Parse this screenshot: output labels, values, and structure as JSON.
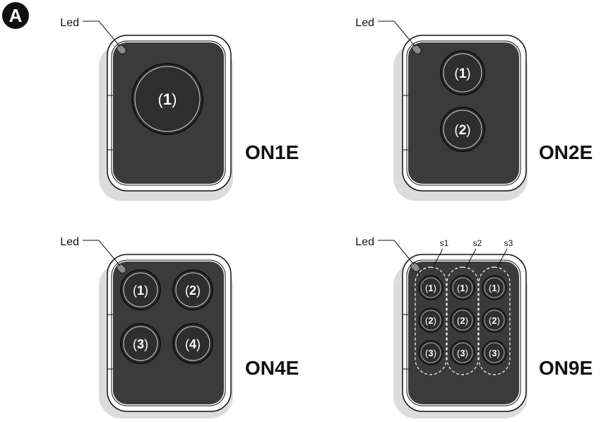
{
  "figure_label": "A",
  "led_label": "Led",
  "remotes": [
    {
      "model": "ON1E",
      "buttons": [
        "1"
      ]
    },
    {
      "model": "ON2E",
      "buttons": [
        "1",
        "2"
      ]
    },
    {
      "model": "ON4E",
      "buttons": [
        "1",
        "2",
        "3",
        "4"
      ]
    },
    {
      "model": "ON9E",
      "groups": [
        "s1",
        "s2",
        "s3"
      ],
      "buttons": [
        "1",
        "2",
        "3",
        "1",
        "2",
        "3",
        "1",
        "2",
        "3"
      ]
    }
  ],
  "colors": {
    "body": "#3b3b3b",
    "button": "#2e2e2e",
    "led": "#8a8a8a",
    "shadow": "#dcdcdc",
    "text": "#111111"
  }
}
